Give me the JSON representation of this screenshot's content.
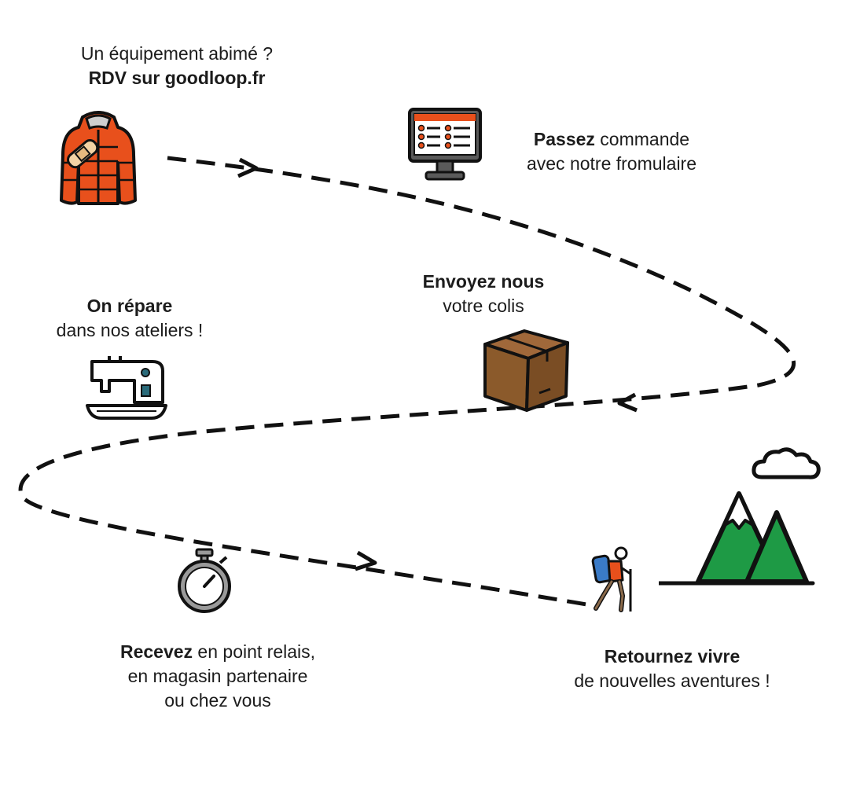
{
  "steps": {
    "damaged": {
      "line1": "Un équipement abimé ?",
      "line2": "RDV sur goodloop.fr"
    },
    "order": {
      "bold": "Passez",
      "rest": " commande",
      "line2": "avec notre fromulaire"
    },
    "send": {
      "bold": "Envoyez nous",
      "line2": "votre colis"
    },
    "repair": {
      "bold": "On répare",
      "line2": "dans nos ateliers !"
    },
    "receive": {
      "bold": "Recevez",
      "rest": " en  point relais,",
      "line2": "en magasin partenaire",
      "line3": "ou chez vous"
    },
    "adventure": {
      "bold": "Retournez vivre",
      "line2": "de nouvelles aventures !"
    }
  },
  "icons": {
    "jacket": "damaged-jacket-icon",
    "form": "order-form-monitor-icon",
    "box": "parcel-box-icon",
    "sewing": "sewing-machine-icon",
    "timer": "stopwatch-icon",
    "hiker": "hiker-icon",
    "mountains": "mountains-icon",
    "cloud": "cloud-icon"
  },
  "colors": {
    "jacket": "#e8501c",
    "box": "#8b5a2b",
    "mountain": "#1e9a45",
    "path": "#111111"
  }
}
